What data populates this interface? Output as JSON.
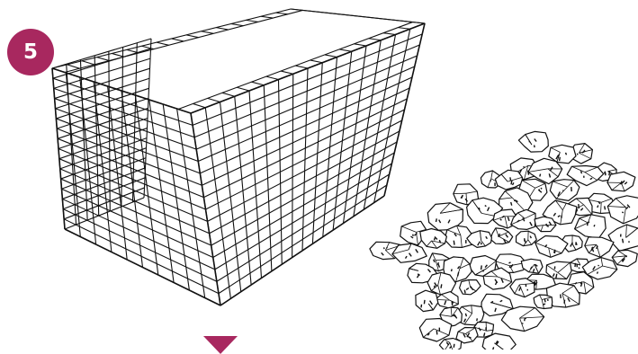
{
  "step": {
    "number": "5"
  },
  "colors": {
    "badge": "#a8285f",
    "arrow": "#a8285f",
    "line": "#111111",
    "background": "#ffffff"
  },
  "icons": {
    "continue": "down-arrow-icon"
  },
  "objects": {
    "gabion": "wire-mesh-cage",
    "stones": "stone-pile"
  }
}
